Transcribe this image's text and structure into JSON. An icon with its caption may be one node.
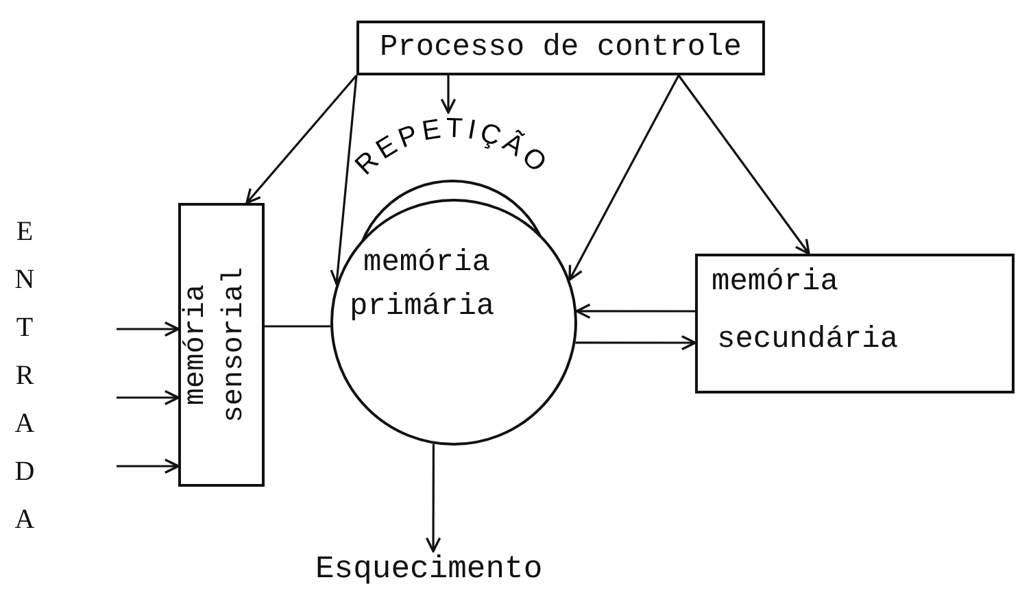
{
  "diagram": {
    "nodes": [
      {
        "text": [
          "Processo de controle"
        ]
      },
      {
        "text": [
          "memória sensorial"
        ]
      },
      {
        "text": [
          "memória primária"
        ]
      },
      {
        "text": [
          "REPETIÇÃO"
        ]
      },
      {
        "text": [
          "memória secundária"
        ]
      },
      {
        "text": [
          "Esquecimento"
        ]
      }
    ],
    "edges": [
      {
        "from": null,
        "to": 1,
        "arrow": "to"
      },
      {
        "from": null,
        "to": 1,
        "arrow": "to"
      },
      {
        "from": null,
        "to": 1,
        "arrow": "to"
      },
      {
        "from": 0,
        "to": 1,
        "arrow": "to"
      },
      {
        "from": 0,
        "to": 2,
        "arrow": "to"
      },
      {
        "from": 0,
        "to": 3,
        "arrow": "to"
      },
      {
        "from": 0,
        "to": 4,
        "arrow": "to"
      },
      {
        "from": 0,
        "to": 2,
        "arrow": "to"
      },
      {
        "from": 4,
        "to": 2,
        "arrow": "to"
      },
      {
        "from": 2,
        "to": 4,
        "arrow": "to"
      },
      {
        "from": 1,
        "to": 2,
        "arrow": "none"
      },
      {
        "from": 2,
        "to": 5,
        "arrow": "to"
      }
    ],
    "labels": [
      "ENTRADA"
    ]
  }
}
